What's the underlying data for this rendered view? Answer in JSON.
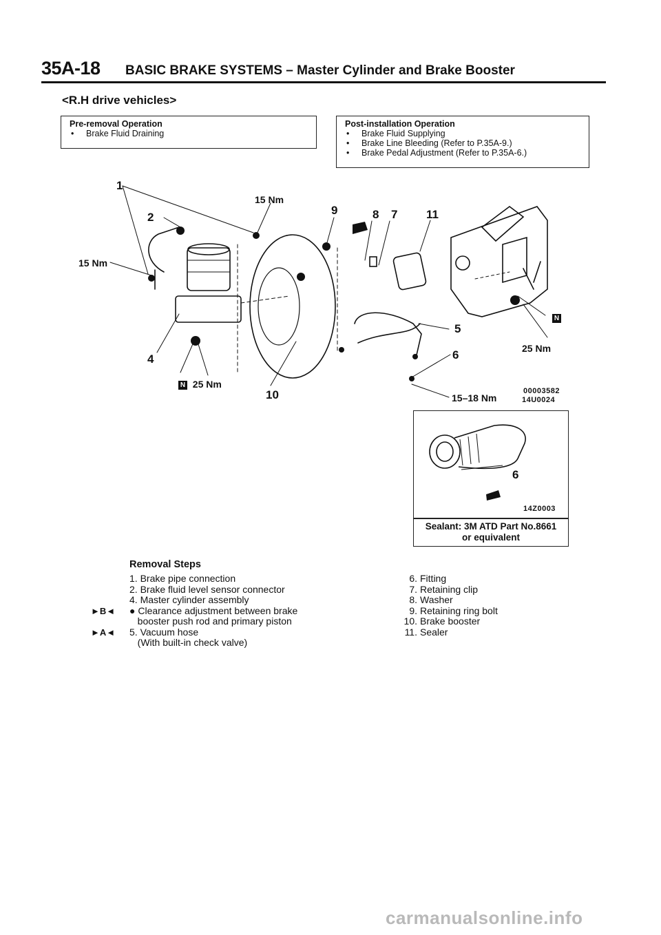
{
  "header": {
    "code": "35A-18",
    "title": "BASIC BRAKE SYSTEMS – Master Cylinder and Brake Booster"
  },
  "subtitle": "<R.H drive vehicles>",
  "pre_removal": {
    "title": "Pre-removal Operation",
    "items": [
      "Brake Fluid Draining"
    ]
  },
  "post_installation": {
    "title": "Post-installation Operation",
    "items": [
      "Brake Fluid Supplying",
      "Brake Line Bleeding (Refer to P.35A-9.)",
      "Brake Pedal Adjustment (Refer to P.35A-6.)"
    ]
  },
  "bullet": "•",
  "diagram": {
    "callouts": {
      "n1": "1",
      "n2": "2",
      "n4": "4",
      "n5": "5",
      "n6": "6",
      "n7": "7",
      "n8": "8",
      "n9": "9",
      "n10": "10",
      "n11": "11"
    },
    "torques": {
      "t_top": "15 Nm",
      "t_left": "15 Nm",
      "t_bottom_left": "25 Nm",
      "t_right": "25 Nm",
      "t_fitting": "15–18 Nm"
    },
    "n_mark": "N",
    "codes": {
      "c1": "00003582",
      "c2": "14U0024"
    }
  },
  "inset": {
    "callout": "6",
    "code": "14Z0003",
    "sealant_line1": "Sealant: 3M ATD Part No.8661",
    "sealant_line2": "or equivalent"
  },
  "removal": {
    "title": "Removal Steps",
    "left": [
      {
        "marker": "",
        "text": "1. Brake pipe connection"
      },
      {
        "marker": "",
        "text": "2. Brake fluid level sensor connector"
      },
      {
        "marker": "",
        "text": "4. Master cylinder assembly"
      },
      {
        "marker": "►B◄",
        "text": "● Clearance adjustment between brake"
      },
      {
        "marker": "",
        "text": "   booster push rod and primary piston"
      },
      {
        "marker": "►A◄",
        "text": "5. Vacuum hose"
      },
      {
        "marker": "",
        "text": "   (With built-in check valve)"
      }
    ],
    "right": [
      {
        "n": "6.",
        "text": "Fitting"
      },
      {
        "n": "7.",
        "text": "Retaining clip"
      },
      {
        "n": "8.",
        "text": "Washer"
      },
      {
        "n": "9.",
        "text": "Retaining ring bolt"
      },
      {
        "n": "10.",
        "text": "Brake booster"
      },
      {
        "n": "11.",
        "text": "Sealer"
      }
    ]
  },
  "watermark": "carmanualsonline.info"
}
